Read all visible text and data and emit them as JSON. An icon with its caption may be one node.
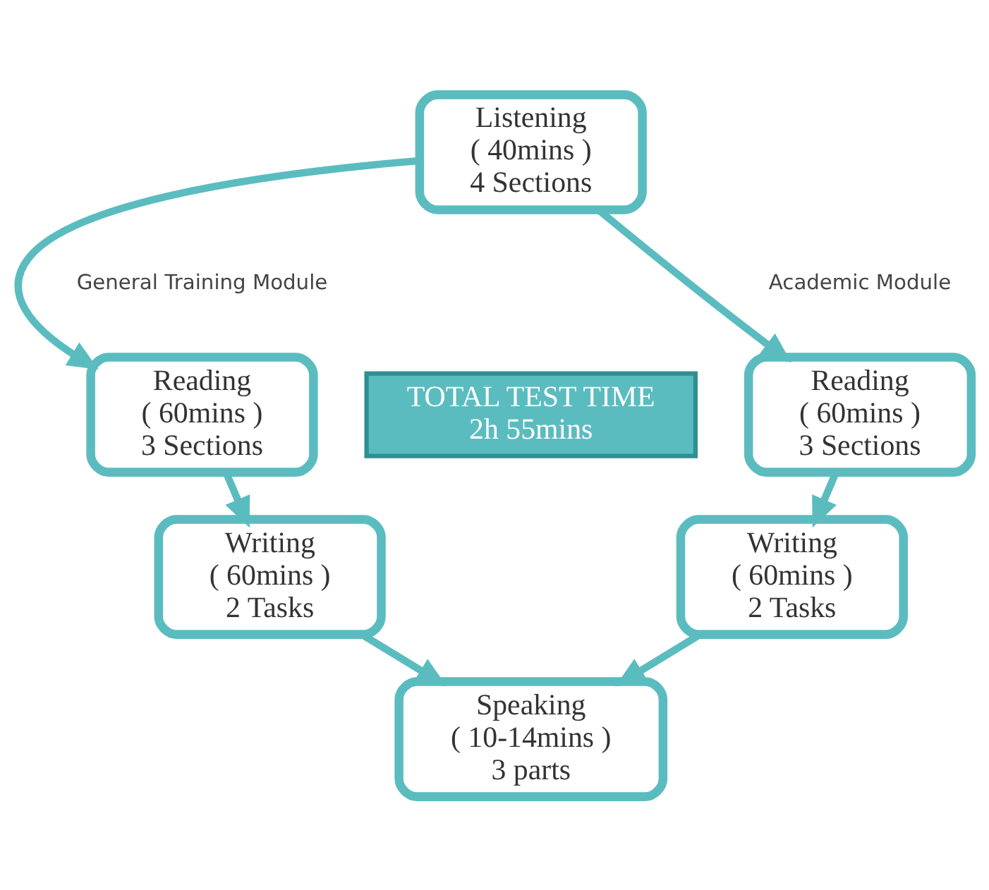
{
  "diagram": {
    "nodes": [
      {
        "text": [
          "Listening",
          "( 40mins )",
          "4 Sections"
        ]
      },
      {
        "text": [
          "Reading",
          "( 60mins )",
          "3 Sections"
        ]
      },
      {
        "text": [
          "Writing",
          "( 60mins )",
          "2 Tasks"
        ]
      },
      {
        "text": [
          "Reading",
          "( 60mins )",
          "3 Sections"
        ]
      },
      {
        "text": [
          "Writing",
          "( 60mins )",
          "2 Tasks"
        ]
      },
      {
        "text": [
          "Speaking",
          "( 10-14mins )",
          "3 parts"
        ]
      },
      {
        "text": [
          "TOTAL TEST TIME",
          "2h 55mins"
        ]
      }
    ],
    "edges": [
      {
        "from": 0,
        "to": 1,
        "arrow": "to"
      },
      {
        "from": 0,
        "to": 3,
        "arrow": "to"
      },
      {
        "from": 1,
        "to": 2,
        "arrow": "to"
      },
      {
        "from": 3,
        "to": 4,
        "arrow": "to"
      },
      {
        "from": 2,
        "to": 5,
        "arrow": "to"
      },
      {
        "from": 4,
        "to": 5,
        "arrow": "to"
      }
    ],
    "labels": [
      "General Training Module",
      "Academic Module"
    ]
  }
}
